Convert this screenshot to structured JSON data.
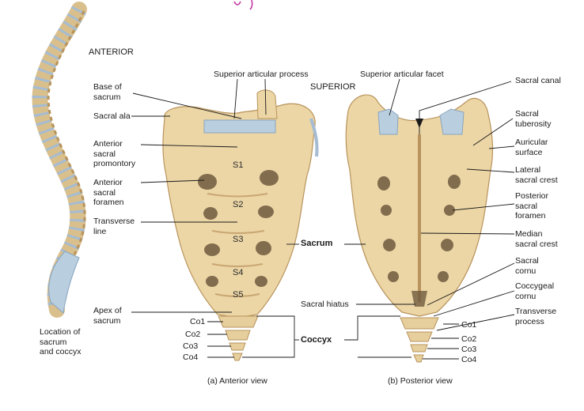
{
  "colors": {
    "bone": "#ecd6a6",
    "bone_dark": "#c9a672",
    "bone_shadow": "#b8935c",
    "cartilage": "#b9cfe0",
    "disc": "#a9bfd3",
    "line": "#1a1a1a",
    "accent_mark": "#c03aa0"
  },
  "spine": {
    "anterior_tag": "ANTERIOR",
    "caption": "Location of\nsacrum\nand coccyx"
  },
  "anterior_view": {
    "caption": "(a) Anterior view",
    "left_labels": [
      "Base of\nsacrum",
      "Sacral ala",
      "Anterior\nsacral\npromontory",
      "Anterior\nsacral\nforamen",
      "Transverse\nline",
      "Apex of\nsacrum"
    ],
    "top_label": "Superior articular process",
    "segments": [
      "S1",
      "S2",
      "S3",
      "S4",
      "S5"
    ],
    "coccyx": [
      "Co1",
      "Co2",
      "Co3",
      "Co4"
    ]
  },
  "center_labels": {
    "sacrum": "Sacrum",
    "coccyx": "Coccyx",
    "sacral_hiatus": "Sacral hiatus"
  },
  "posterior_view": {
    "superior_tag": "SUPERIOR",
    "top_label": "Superior articular facet",
    "caption": "(b) Posterior view",
    "right_labels": [
      "Sacral canal",
      "Sacral\ntuberosity",
      "Auricular\nsurface",
      "Lateral\nsacral crest",
      "Posterior\nsacral\nforamen",
      "Median\nsacral crest",
      "Sacral\ncornu",
      "Coccygeal\ncornu",
      "Transverse\nprocess"
    ],
    "coccyx": [
      "Co1",
      "Co2",
      "Co3",
      "Co4"
    ]
  }
}
